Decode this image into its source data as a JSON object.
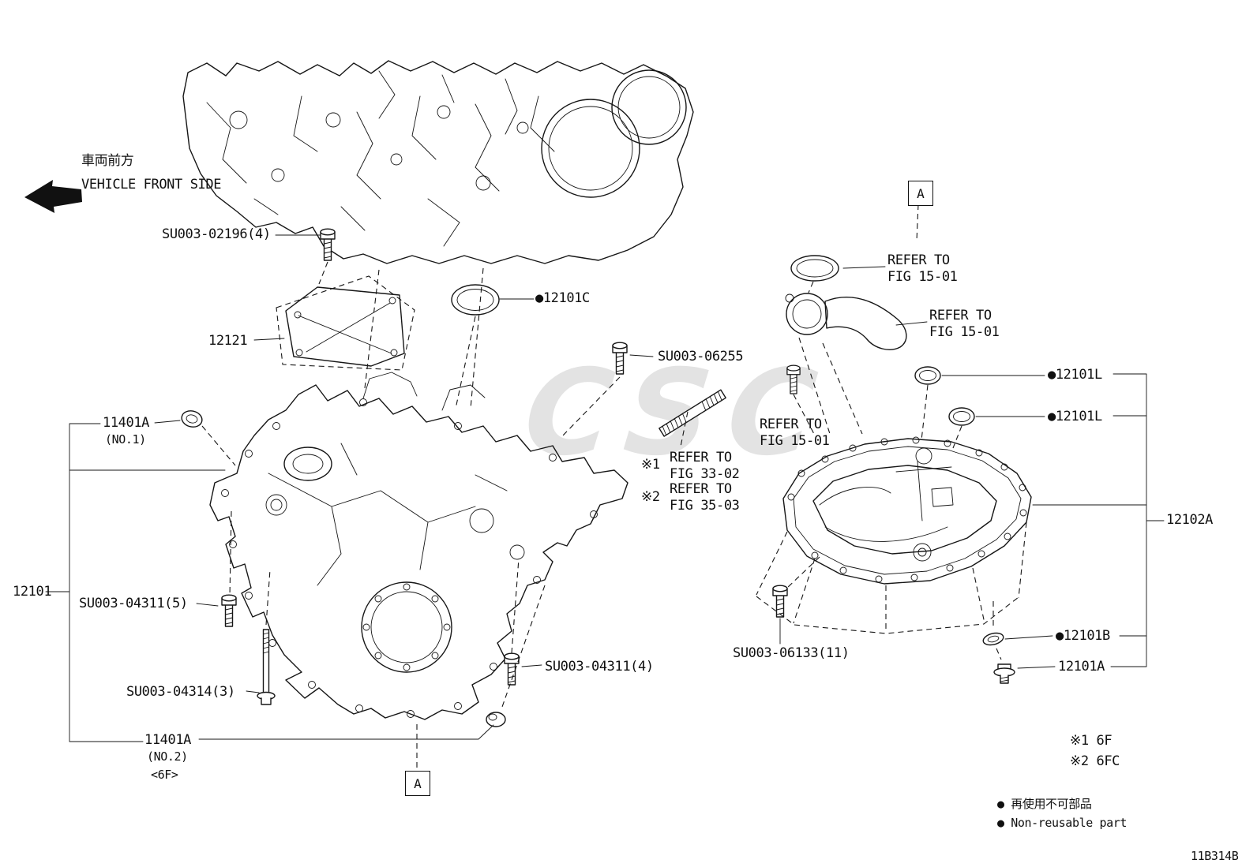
{
  "front_indicator": {
    "jp": "車両前方",
    "en": "VEHICLE FRONT SIDE"
  },
  "watermark": "CSC",
  "view_markers": {
    "top": "A",
    "bottom": "A"
  },
  "labels": {
    "su003_02196": "SU003-02196(4)",
    "part_12121": "12121",
    "part_12101c": "●12101C",
    "su003_06255": "SU003-06255",
    "part_11401a_no1": "11401A",
    "part_11401a_no1_sub": "(NO.1)",
    "part_12101": "12101",
    "su003_04311_5": "SU003-04311(5)",
    "su003_04314_3": "SU003-04314(3)",
    "part_11401a_no2": "11401A",
    "part_11401a_no2_sub": "(NO.2)",
    "part_11401a_no2_trans": "<6F>",
    "su003_04311_4": "SU003-04311(4)",
    "part_12101l_1": "●12101L",
    "part_12101l_2": "●12101L",
    "part_12102a": "12102A",
    "su003_06133": "SU003-06133(11)",
    "part_12101b": "●12101B",
    "part_12101a": "12101A"
  },
  "references": {
    "fig_15_01_a": {
      "l1": "REFER TO",
      "l2": "FIG 15-01"
    },
    "fig_15_01_b": {
      "l1": "REFER TO",
      "l2": "FIG 15-01"
    },
    "fig_15_01_c": {
      "l1": "REFER TO",
      "l2": "FIG 15-01"
    },
    "fig_33_02": {
      "mark": "※1",
      "l1": "REFER TO",
      "l2": "FIG 33-02"
    },
    "fig_35_03": {
      "mark": "※2",
      "l1": "REFER TO",
      "l2": "FIG 35-03"
    }
  },
  "footnotes": {
    "n1": "※1 6F",
    "n2": "※2 6FC"
  },
  "legend": {
    "jp": "● 再使用不可部品",
    "en": "● Non-reusable part"
  },
  "doc_code": "11B314B"
}
